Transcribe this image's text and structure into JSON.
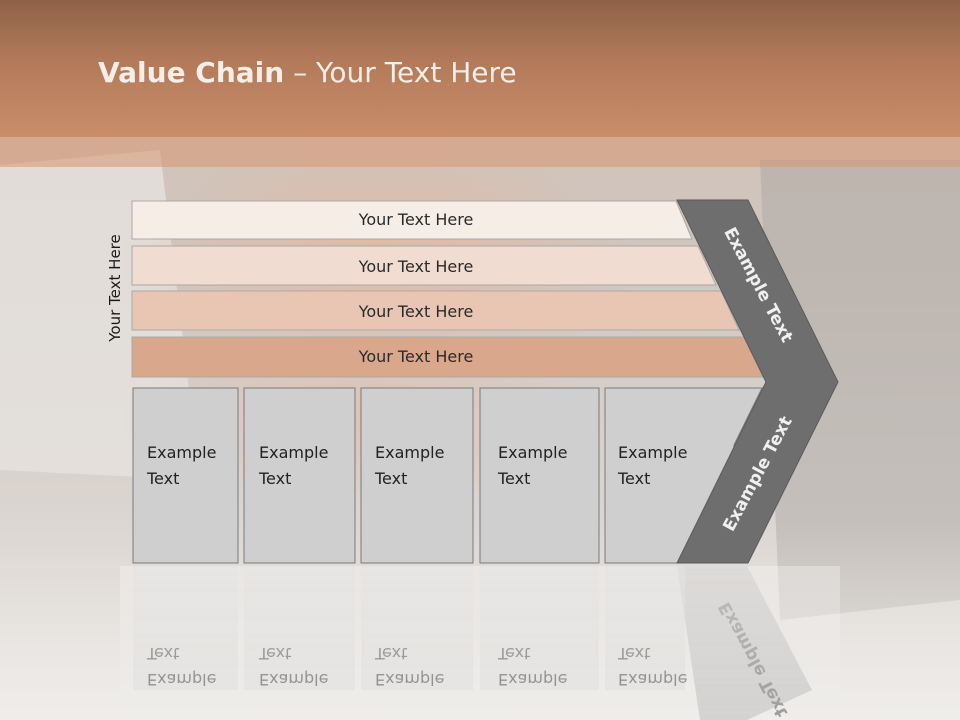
{
  "slide": {
    "title_bold": "Value Chain",
    "title_rest": " – Your Text Here",
    "side_label": "Your Text Here"
  },
  "bars": [
    {
      "label": "Your Text Here",
      "color": "#f7ede7"
    },
    {
      "label": "Your Text Here",
      "color": "#f0dcd1"
    },
    {
      "label": "Your Text Here",
      "color": "#e8c6b3"
    },
    {
      "label": "Your Text Here",
      "color": "#d9a88c"
    }
  ],
  "boxes": [
    {
      "line1": "Example",
      "line2": "Text"
    },
    {
      "line1": "Example",
      "line2": "Text"
    },
    {
      "line1": "Example",
      "line2": "Text"
    },
    {
      "line1": "Example",
      "line2": "Text"
    },
    {
      "line1": "Example",
      "line2": "Text"
    }
  ],
  "chevron": {
    "upper_label": "Example Text",
    "lower_label": "Example Text",
    "color": "#6e6e6e"
  },
  "colors": {
    "header": "#b37a5a",
    "box_fill": "#cfcfcf",
    "box_border": "#7a7a7a"
  }
}
